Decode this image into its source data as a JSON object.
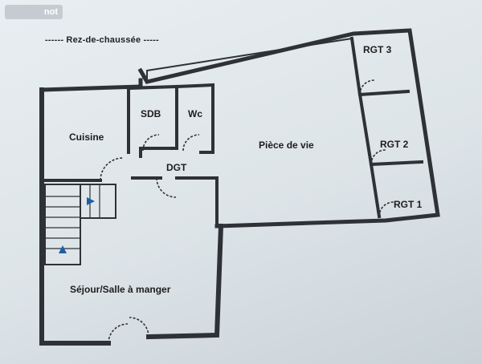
{
  "badge": "not",
  "plan_title": "------ Rez-de-chaussée -----",
  "rooms": {
    "cuisine": "Cuisine",
    "sdb": "SDB",
    "wc": "Wc",
    "dgt": "DGT",
    "piece_de_vie": "Pièce de vie",
    "rgt3": "RGT 3",
    "rgt2": "RGT 2",
    "rgt1": "RGT 1",
    "sejour": "Séjour/Salle à manger"
  },
  "colors": {
    "wall": "#2e3236",
    "arrow": "#1e5ea8"
  }
}
